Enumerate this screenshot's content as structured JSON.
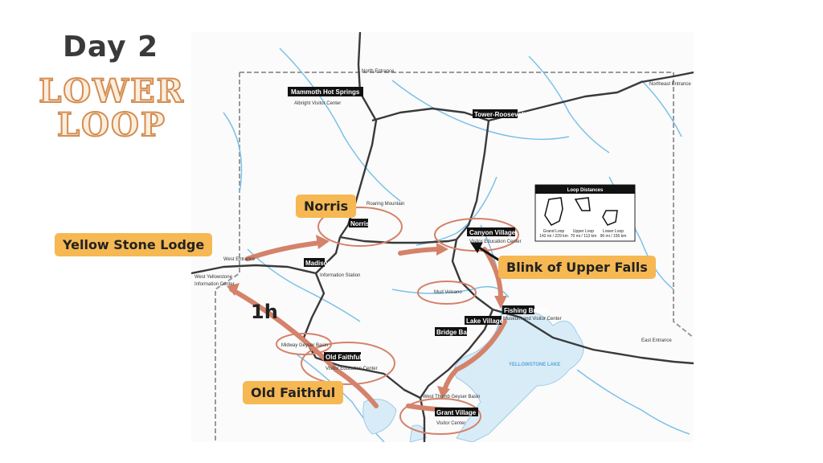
{
  "header": {
    "day": "Day 2",
    "line1": "LOWER",
    "line2": "LOOP"
  },
  "callouts": {
    "yellowstone_lodge": "Yellow Stone Lodge",
    "norris": "Norris",
    "blink_upper_falls": "Blink of Upper Falls",
    "old_faithful": "Old Faithful",
    "drive_time": "1h"
  },
  "map": {
    "places": {
      "mammoth": "Mammoth Hot Springs",
      "albright": "Albright Visitor Center",
      "tower": "Tower-Roosevelt",
      "northeast": "Northeast Entrance",
      "north": "North Entrance",
      "norris": "Norris",
      "canyon": "Canyon Village",
      "canyon_ctr": "Visitor Education Center",
      "madison": "Madison",
      "info_station": "Information Station",
      "west_entrance": "West Entrance",
      "west_yellowstone": "West Yellowstone",
      "west_info": "Information Center",
      "mud_volcano": "Mud Volcano",
      "fishing_bridge": "Fishing Bridge",
      "fishing_ctr": "Museum and Visitor Center",
      "lake_village": "Lake Village",
      "bridge_bay": "Bridge Bay",
      "midway": "Midway Geyser Basin",
      "old_faithful": "Old Faithful",
      "of_ctr": "Visitor Education Center",
      "west_thumb": "West Thumb Geyser Basin",
      "grant": "Grant Village",
      "grant_ctr": "Visitor Center",
      "east_entrance": "East Entrance",
      "roaring": "Roaring Mountain",
      "lake": "YELLOWSTONE LAKE"
    },
    "legend": {
      "title": "Loop Distances",
      "grand": "Grand Loop",
      "grand_d": "142 mi / 229 km",
      "upper": "Upper Loop",
      "upper_d": "70 mi / 113 km",
      "lower": "Lower Loop",
      "lower_d": "96 mi / 155 km"
    }
  },
  "colors": {
    "route": "#d4826a",
    "callout": "#f6b853",
    "water": "#d8ecf8",
    "river": "#7cc1e8",
    "road": "#3a3a3a"
  }
}
